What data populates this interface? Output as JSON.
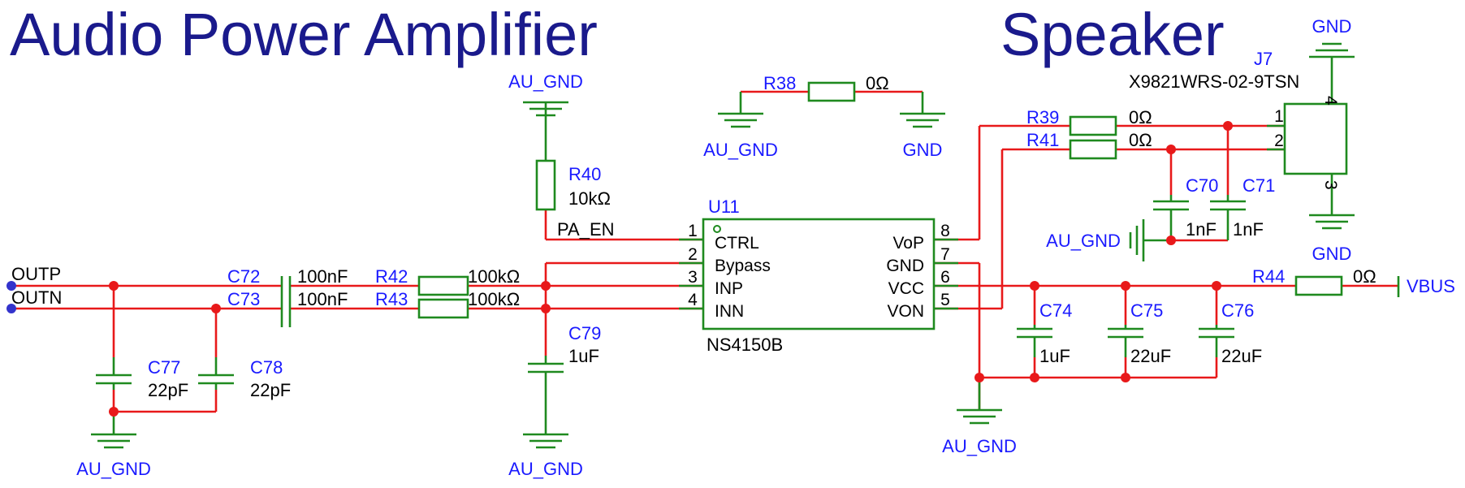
{
  "titles": {
    "left": "Audio Power Amplifier",
    "right": "Speaker"
  },
  "nets": {
    "au_gnd": "AU_GND",
    "gnd": "GND",
    "outp": "OUTP",
    "outn": "OUTN",
    "pa_en": "PA_EN",
    "vbus": "VBUS"
  },
  "components": {
    "r38": {
      "ref": "R38",
      "value": "0Ω"
    },
    "r39": {
      "ref": "R39",
      "value": "0Ω"
    },
    "r40": {
      "ref": "R40",
      "value": "10kΩ"
    },
    "r41": {
      "ref": "R41",
      "value": "0Ω"
    },
    "r42": {
      "ref": "R42",
      "value": "100kΩ"
    },
    "r43": {
      "ref": "R43",
      "value": "100kΩ"
    },
    "r44": {
      "ref": "R44",
      "value": "0Ω"
    },
    "c70": {
      "ref": "C70",
      "value": "1nF"
    },
    "c71": {
      "ref": "C71",
      "value": "1nF"
    },
    "c72": {
      "ref": "C72",
      "value": "100nF"
    },
    "c73": {
      "ref": "C73",
      "value": "100nF"
    },
    "c74": {
      "ref": "C74",
      "value": "1uF"
    },
    "c75": {
      "ref": "C75",
      "value": "22uF"
    },
    "c76": {
      "ref": "C76",
      "value": "22uF"
    },
    "c77": {
      "ref": "C77",
      "value": "22pF"
    },
    "c78": {
      "ref": "C78",
      "value": "22pF"
    },
    "c79": {
      "ref": "C79",
      "value": "1uF"
    },
    "j7": {
      "ref": "J7",
      "value": "X9821WRS-02-9TSN",
      "pins": [
        "1",
        "2",
        "3",
        "4"
      ]
    },
    "u11": {
      "ref": "U11",
      "value": "NS4150B",
      "left_pins": [
        {
          "num": "1",
          "name": "CTRL"
        },
        {
          "num": "2",
          "name": "Bypass"
        },
        {
          "num": "3",
          "name": "INP"
        },
        {
          "num": "4",
          "name": "INN"
        }
      ],
      "right_pins": [
        {
          "num": "8",
          "name": "VoP"
        },
        {
          "num": "7",
          "name": "GND"
        },
        {
          "num": "6",
          "name": "VCC"
        },
        {
          "num": "5",
          "name": "VON"
        }
      ]
    }
  },
  "colors": {
    "wire": "#e8191a",
    "component": "#1f8a1f",
    "reference": "#1a1aff",
    "title": "#1a1a8c"
  }
}
